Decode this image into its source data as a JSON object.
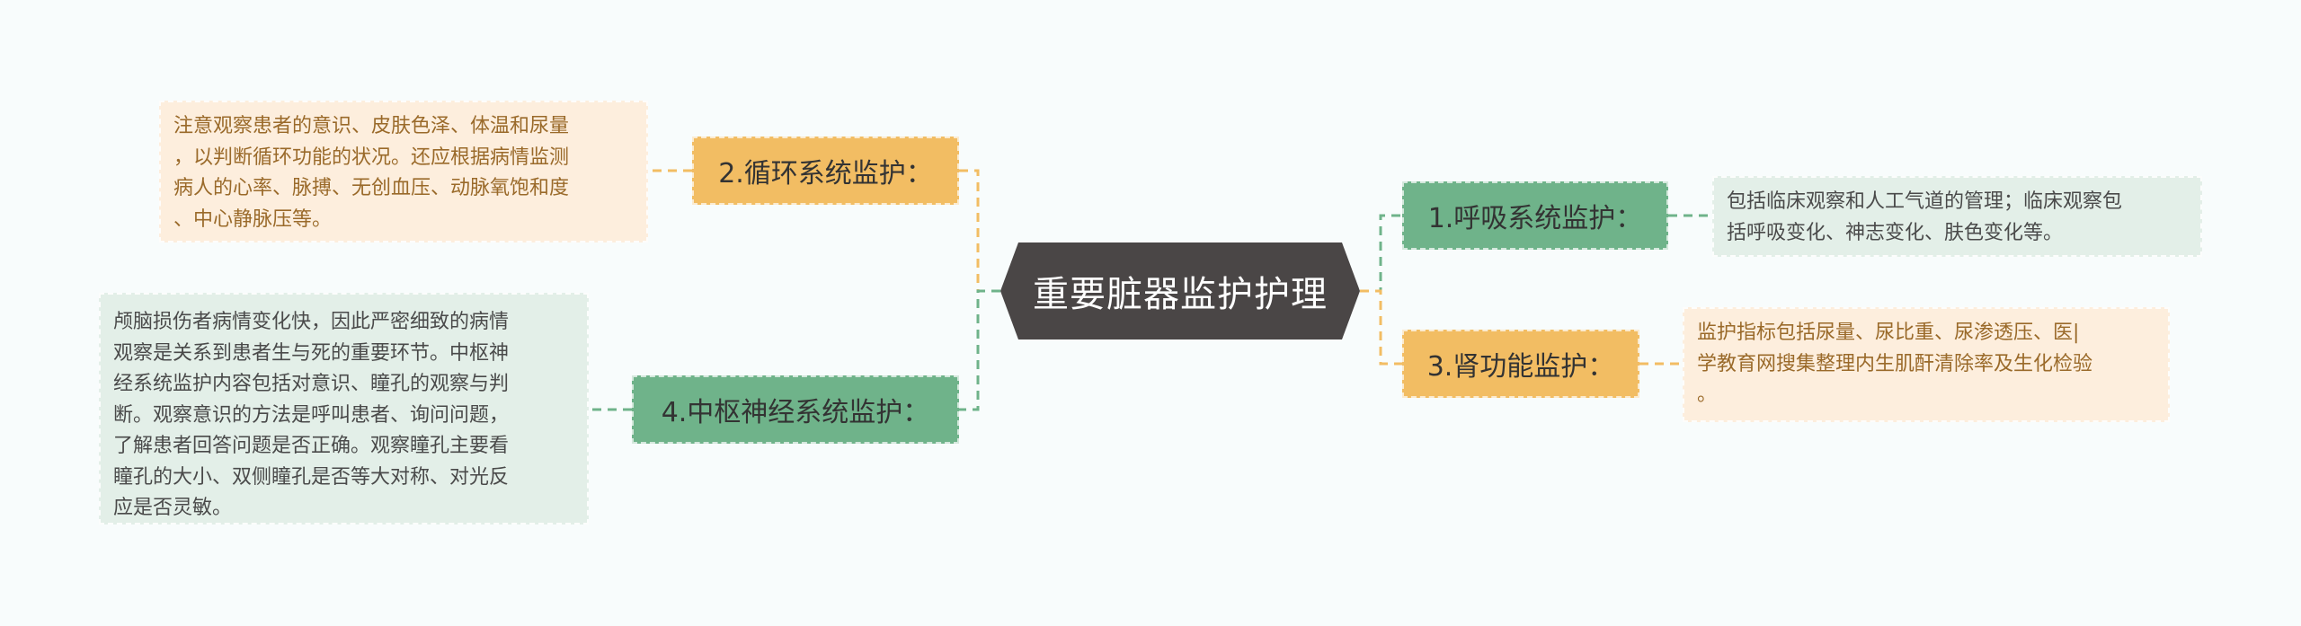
{
  "central": {
    "title": "重要脏器监护护理"
  },
  "branches": [
    {
      "label": "1.呼吸系统监护：",
      "detail": "包括临床观察和人工气道的管理；临床观察包\n括呼吸变化、神志变化、肤色变化等。"
    },
    {
      "label": "2.循环系统监护：",
      "detail": "注意观察患者的意识、皮肤色泽、体温和尿量\n，以判断循环功能的状况。还应根据病情监测\n病人的心率、脉搏、无创血压、动脉氧饱和度\n、中心静脉压等。"
    },
    {
      "label": "3.肾功能监护：",
      "detail": "监护指标包括尿量、尿比重、尿渗透压、医|\n学教育网搜集整理内生肌酐清除率及生化检验\n。"
    },
    {
      "label": "4.中枢神经系统监护：",
      "detail": "颅脑损伤者病情变化快，因此严密细致的病情\n观察是关系到患者生与死的重要环节。中枢神\n经系统监护内容包括对意识、瞳孔的观察与判\n断。观察意识的方法是呼叫患者、询问问题，\n了解患者回答问题是否正确。观察瞳孔主要看\n瞳孔的大小、双侧瞳孔是否等大对称、对光反\n应是否灵敏。"
    }
  ],
  "colors": {
    "green": "#6fb38a",
    "orange": "#f2bd63",
    "central": "#4a4646",
    "leaf_green": "#e3efe8",
    "leaf_orange": "#fdeedd"
  }
}
